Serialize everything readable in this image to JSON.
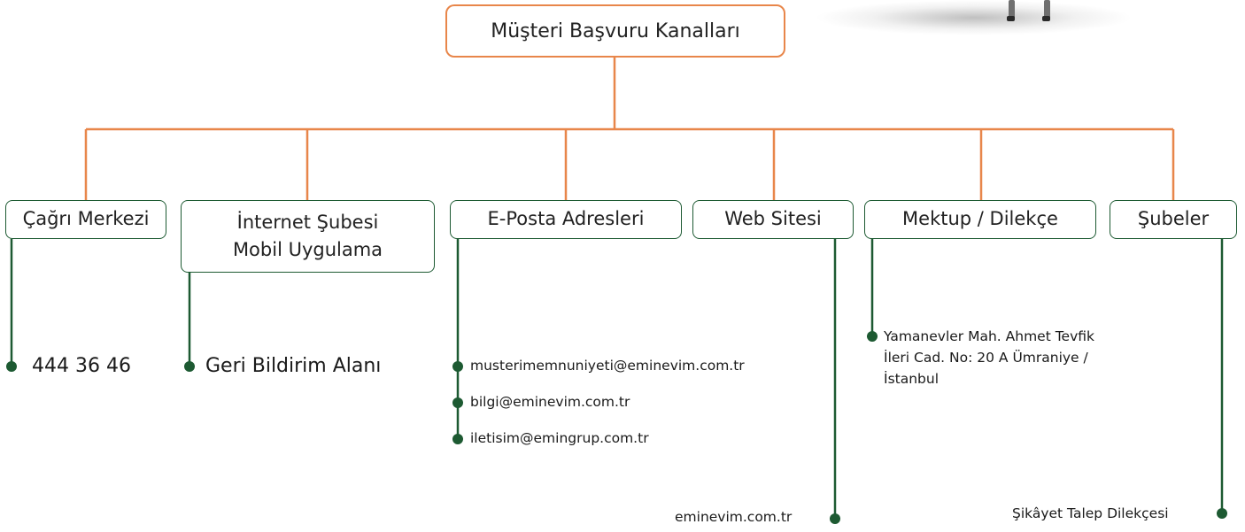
{
  "root": {
    "title": "Müşteri Başvuru Kanalları"
  },
  "channels": [
    {
      "name": "Çağrı Merkezi",
      "details": [
        "444 36 46"
      ]
    },
    {
      "name_lines": [
        "İnternet Şubesi",
        "Mobil Uygulama"
      ],
      "details": [
        "Geri Bildirim Alanı"
      ]
    },
    {
      "name": "E-Posta Adresleri",
      "details": [
        "musterimemnuniyeti@eminevim.com.tr",
        "bilgi@eminevim.com.tr",
        "iletisim@emingrup.com.tr"
      ]
    },
    {
      "name": "Web Sitesi",
      "details": [
        "eminevim.com.tr"
      ]
    },
    {
      "name": "Mektup / Dilekçe",
      "details": [
        "Yamanevler Mah. Ahmet Tevfik İleri Cad. No: 20 A Ümraniye / İstanbul"
      ]
    },
    {
      "name": "Şubeler",
      "details": [
        "Şikâyet Talep Dilekçesi"
      ]
    }
  ],
  "colors": {
    "connector": "#e8864a",
    "branch": "#1d5a32"
  }
}
